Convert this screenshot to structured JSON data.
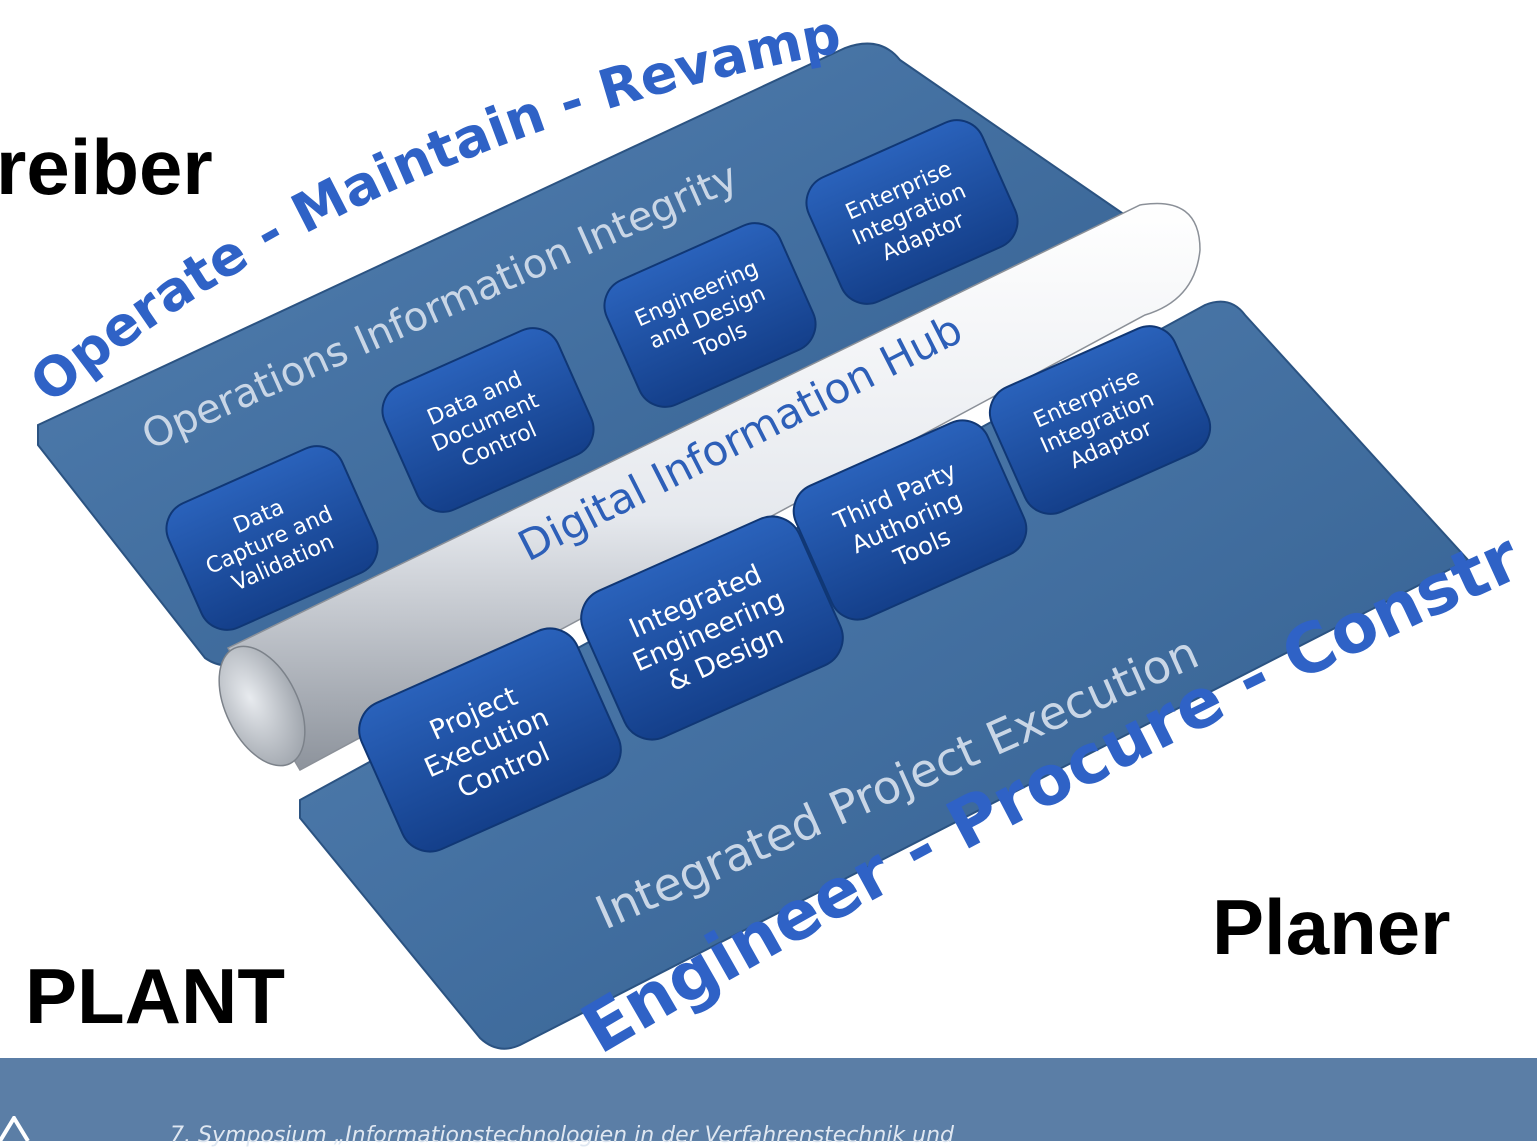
{
  "labels": {
    "betreiber": "reiber",
    "plant": "PLANT",
    "planer": "Planer"
  },
  "arcs": {
    "top": "Operate - Maintain - Revamp",
    "bottom": "Engineer - Procure - Construct"
  },
  "upper_panel": {
    "title": "Operations Information Integrity",
    "boxes": [
      {
        "lines": [
          "Data",
          "Capture and",
          "Validation"
        ]
      },
      {
        "lines": [
          "Data and",
          "Document",
          "Control"
        ]
      },
      {
        "lines": [
          "Engineering",
          "and Design",
          "Tools"
        ]
      },
      {
        "lines": [
          "Enterprise",
          "Integration",
          "Adaptor"
        ]
      }
    ]
  },
  "hub": {
    "title": "Digital Information Hub"
  },
  "lower_panel": {
    "title": "Integrated Project Execution",
    "boxes": [
      {
        "lines": [
          "Project",
          "Execution",
          "Control"
        ]
      },
      {
        "lines": [
          "Integrated",
          "Engineering",
          "& Design"
        ]
      },
      {
        "lines": [
          "Third Party",
          "Authoring",
          "Tools"
        ]
      },
      {
        "lines": [
          "Enterprise",
          "Integration",
          "Adaptor"
        ]
      }
    ]
  },
  "footer": {
    "text": "7. Symposium „Informationstechnologien in der Verfahrenstechnik und"
  },
  "colors": {
    "panel": "#3f6d9e",
    "box": "#1d4fa2",
    "arc_text": "#2f62c6",
    "footer": "#5b7ea6"
  }
}
